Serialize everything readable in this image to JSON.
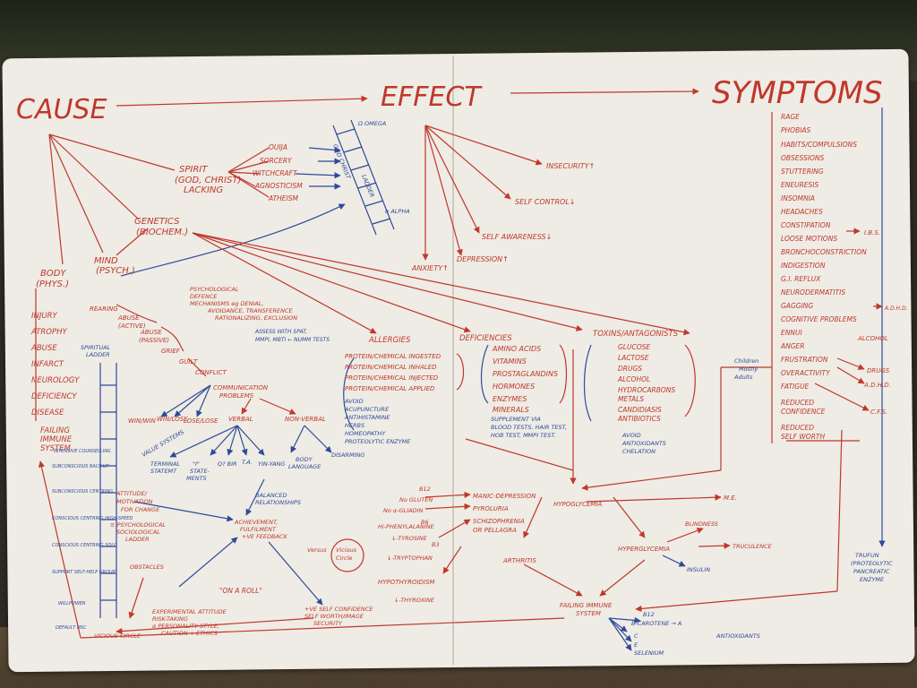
{
  "header": {
    "cause": "CAUSE",
    "effect": "EFFECT",
    "symptoms": "SYMPTOMS"
  },
  "symptoms": [
    "RAGE",
    "PHOBIAS",
    "HABITS/COMPULSIONS",
    "OBSESSIONS",
    "STUTTERING",
    "ENEURESIS",
    "INSOMNIA",
    "HEADACHES",
    "CONSTIPATION",
    "LOOSE MOTIONS",
    "BRONCHOCONSTRICTION",
    "INDIGESTION",
    "G.I. REFLUX",
    "NEURODERMATITIS",
    "GAGGING",
    "COGNITIVE PROBLEMS",
    "ENNUI",
    "ANGER",
    "FRUSTRATION",
    "OVERACTIVITY",
    "FATIGUE",
    "REDUCED",
    "CONFIDENCE",
    "REDUCED",
    "SELF WORTH"
  ],
  "symptom_links": {
    "ibs": "I.B.S.",
    "adhd1": "A.D.H.D.",
    "alcohol": "ALCOHOL",
    "drugs": "DRUGS",
    "adhd2": "A.D.H.D.",
    "cfs": "C.F.S."
  },
  "group_labels": {
    "children": "Children",
    "mostly": "Mostly",
    "adults": "Adults"
  },
  "cause": {
    "spirit": "SPIRIT",
    "spirit2": "(GOD, CHRIST)",
    "spirit3": "LACKING",
    "genetics": "GENETICS",
    "genetics2": "(BIOCHEM.)",
    "mind": "MIND",
    "mind2": "(PSYCH.)",
    "body": "BODY",
    "body2": "(PHYS.)",
    "occult": [
      "OUIJA",
      "SORCERY",
      "WITCHCRAFT",
      "AGNOSTICISM",
      "ATHEISM"
    ],
    "omega": "Ω OMEGA",
    "alpha": "α ALPHA",
    "god_christ": "GOD CHRIST",
    "ladder": "LADDER",
    "body_list": [
      "INJURY",
      "ATROPHY",
      "ABUSE",
      "INFARCT",
      "NEUROLOGY",
      "DEFICIENCY",
      "DISEASE",
      "FAILING",
      "IMMUNE",
      "SYSTEM"
    ]
  },
  "psych": {
    "defence1": "PSYCHOLOGICAL",
    "defence2": "DEFENCE",
    "defence3": "MECHANISMS eg DENIAL,",
    "defence4": "AVOIDANCE, TRANSFERENCE",
    "defence5": "RATIONALIZING, EXCLUSION",
    "assess1": "ASSESS WITH SPAT,",
    "assess2": "MMPI, MBTI ← NUMM TESTS",
    "rearing": "REARING",
    "abuse_active": "ABUSE",
    "active": "(ACTIVE)",
    "abuse_passive": "ABUSE",
    "passive": "(PASSIVE)",
    "grief": "GRIEF",
    "guilt": "GUILT",
    "conflict": "CONFLICT",
    "win_win": "WIN/WIN",
    "win_lose": "WIN/LOSE",
    "lose_lose": "LOSE/LOSE",
    "comm1": "COMMUNICATION",
    "comm2": "PROBLEMS",
    "verbal": "VERBAL",
    "nonverbal": "NON-VERBAL",
    "terminal": "TERMINAL",
    "statemt": "STATEMT",
    "i_statements": "\"I\"",
    "statements2": "STATE-",
    "ments": "MENTS",
    "q_bir": "Q? BIR",
    "ta": "T.A.",
    "yin_yang": "YIN-YANG",
    "body_lang": "BODY",
    "language": "LANGUAGE",
    "disarming": "DISARMING",
    "balanced": "BALANCED",
    "relationships": "RELATIONSHIPS",
    "spiritual_ladder": "SPIRITUAL",
    "ladder2": "LADDER",
    "ladder_steps": [
      "INTENSIVE COUNSELLING",
      "SUBCONSCIOUS BACK-UP",
      "SUBCONSCIOUS CENTRING",
      "CONSCIOUS CENTRING HIGH-SPEED",
      "CONSCIOUS CENTRING SOLO",
      "SUPPORT SELF-HELP GROUP",
      "WILLPOWER",
      "DEFAULT MSC"
    ],
    "value_systems": "VALUE SYSTEMS",
    "attitude1": "ATTITUDE/",
    "attitude2": "MOTIVATION",
    "attitude3": "FOR CHANGE",
    "achievement": "ACHIEVEMENT,",
    "fulfilment": "FULFILMENT",
    "feedback": "+VE FEEDBACK",
    "psych_ladder1": "≡ PSYCHOLOGICAL",
    "psych_ladder2": "SOCIOLOGICAL",
    "psych_ladder3": "LADDER",
    "obstacles": "OBSTACLES",
    "versus": "Versus",
    "vicious": "Vicious",
    "circle": "Circle",
    "on_a_roll": "\"ON A ROLL\"",
    "experimental1": "EXPERIMENTAL ATTITUDE",
    "experimental2": "RISK-TAKING",
    "experimental3": "α PERSONALITY STYLE,",
    "experimental4": "CAUTION + ETHICS",
    "self_conf1": "+VE SELF CONFIDENCE",
    "self_conf2": "SELF WORTH/IMAGE",
    "self_conf3": "SECURITY",
    "vicious_circle": "VICIOUS CIRCLE"
  },
  "effect": {
    "insecurity": "INSECURITY↑",
    "self_control": "SELF CONTROL↓",
    "self_awareness": "SELF AWARENESS↓",
    "depression": "DEPRESSION↑",
    "anxiety": "ANXIETY↑"
  },
  "allergies": {
    "title": "ALLERGIES",
    "items": [
      "PROTEIN/CHEMICAL INGESTED",
      "PROTEIN/CHEMICAL INHALED",
      "PROTEIN/CHEMICAL INJECTED",
      "PROTEIN/CHEMICAL APPLIED"
    ],
    "treat": [
      "AVOID",
      "ACUPUNCTURE",
      "ANTIHISTAMINE",
      "HERBS",
      "HOMEOPATHY",
      "PROTEOLYTIC ENZYME"
    ]
  },
  "deficiencies": {
    "title": "DEFICIENCIES",
    "items": [
      "AMINO ACIDS",
      "VITAMINS",
      "PROSTAGLANDINS",
      "HORMONES",
      "ENZYMES",
      "MINERALS"
    ],
    "supp1": "SUPPLEMENT VIA",
    "supp2": "BLOOD TESTS, HAIR TEST,",
    "supp3": "HOB TEST, MMPI TEST."
  },
  "toxins": {
    "title": "TOXINS/ANTAGONISTS",
    "items": [
      "GLUCOSE",
      "LACTOSE",
      "DRUGS",
      "ALCOHOL",
      "HYDROCARBONS",
      "METALS",
      "CANDIDIASIS",
      "ANTIBIOTICS"
    ],
    "treat": [
      "AVOID",
      "ANTIOXIDANTS",
      "CHELATION"
    ]
  },
  "metabolic": {
    "b12": "B12",
    "no_gluten": "No GLUTEN",
    "no_gliadin": "No α-GLIADIN",
    "b6": "B6",
    "manic": "MANIC-DEPRESSION",
    "pyroluria": "PYROLURIA",
    "schizo": "SCHIZOPHRENIA",
    "pellagra": "OR PELLAGRA",
    "phenyl": "Hi-PHENYLALANINE",
    "tyrosine": "↓-TYROSINE",
    "b3": "B3",
    "tryptophan": "↓-TRYPTOPHAN",
    "hypothyroid": "HYPOTHYROIDISM",
    "thyroxine": "↓-THYROXINE",
    "hypoglycemia": "HYPOGLYCEMIA",
    "me": "M.E.",
    "hyperglycemia": "HYPERGLYCEMIA",
    "arthritis": "ARTHRITIS",
    "blindness": "BLINDNESS",
    "truculence": "TRUCULENCE",
    "insulin": "INSULIN",
    "failing1": "FAILING IMMUNE",
    "failing2": "SYSTEM",
    "vitamins": [
      "B12",
      "B-CAROTENE → A",
      "C",
      "E",
      "SELENIUM"
    ],
    "antioxidants": "ANTIOXIDANTS",
    "trufun1": "TRUFUN",
    "trufun2": "(PROTEOLYTIC",
    "trufun3": "PANCREATIC",
    "trufun4": "ENZYME"
  }
}
